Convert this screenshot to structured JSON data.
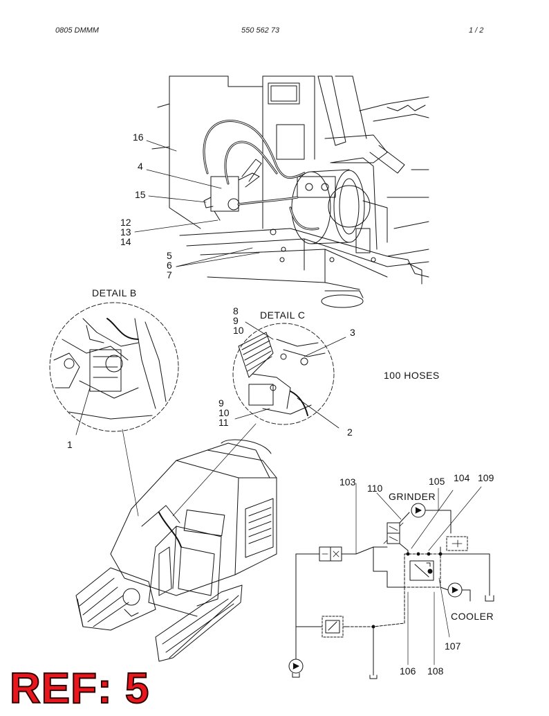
{
  "header": {
    "doc_code": "0805 DMMM",
    "part_number": "550 562 73",
    "page_indicator": "1 /   2"
  },
  "detail_titles": {
    "detail_b": "DETAIL  B",
    "detail_c": "DETAIL  C"
  },
  "hoses_note": "100  HOSES",
  "callouts": {
    "c16": "16",
    "c4": "4",
    "c15": "15",
    "c12": "12",
    "c13": "13",
    "c14": "14",
    "c5": "5",
    "c6": "6",
    "c7": "7",
    "c8": "8",
    "c9a": "9",
    "c10a": "10",
    "c3": "3",
    "c9b": "9",
    "c10b": "10",
    "c11": "11",
    "c2": "2",
    "c1": "1"
  },
  "schematic": {
    "c103": "103",
    "c110": "110",
    "c105": "105",
    "c104": "104",
    "c109": "109",
    "grinder": "GRINDER",
    "cooler": "COOLER",
    "c107": "107",
    "c106": "106",
    "c108": "108"
  },
  "ref_label": "REF: 5",
  "colors": {
    "ref_text": "#e8171d",
    "line": "#111111"
  }
}
